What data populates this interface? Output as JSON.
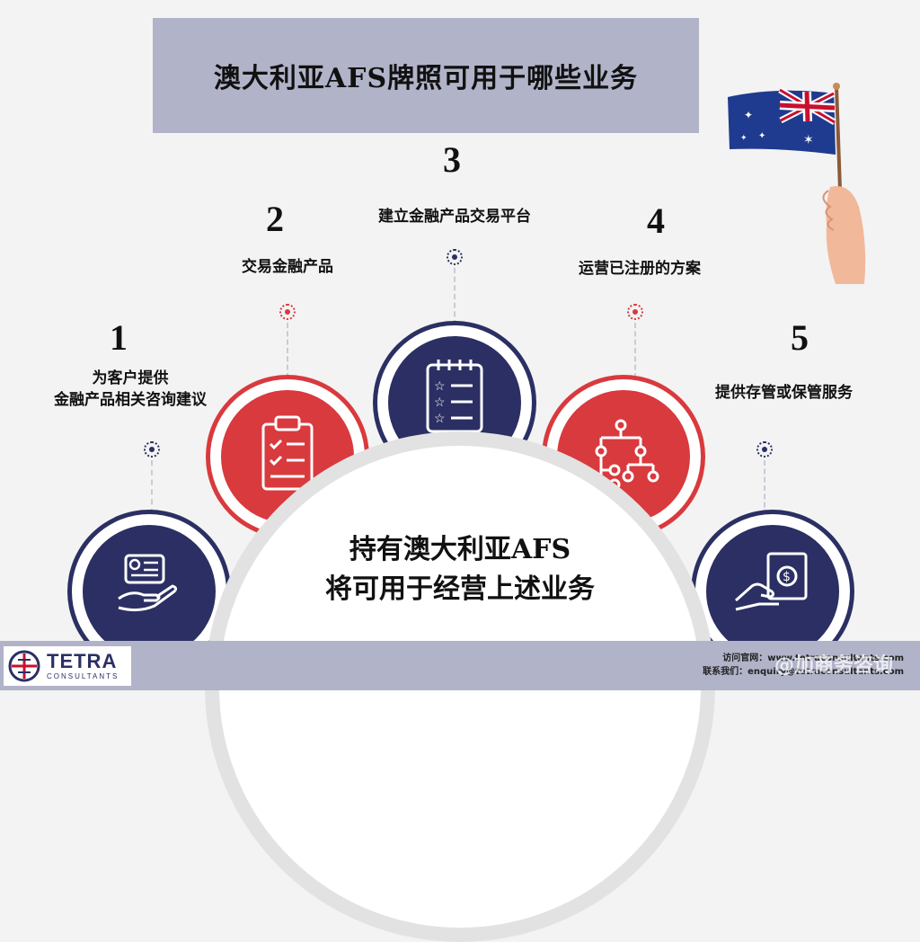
{
  "title": "澳大利亚AFS牌照可用于哪些业务",
  "colors": {
    "navy": "#2b2f63",
    "red": "#d83a3e",
    "banner": "#b1b3c9"
  },
  "items": [
    {
      "number": "1",
      "lines": [
        "为客户提供",
        "金融产品相关咨询建议"
      ],
      "icon": "advice-hand-icon"
    },
    {
      "number": "2",
      "lines": [
        "交易金融产品"
      ],
      "icon": "clipboard-checklist-icon"
    },
    {
      "number": "3",
      "lines": [
        "建立金融产品交易平台"
      ],
      "icon": "star-checklist-icon"
    },
    {
      "number": "4",
      "lines": [
        "运营已注册的方案"
      ],
      "icon": "org-chart-icon"
    },
    {
      "number": "5",
      "lines": [
        "提供存管或保管服务"
      ],
      "icon": "cash-hand-icon"
    }
  ],
  "center": {
    "line1": "持有澳大利亚AFS",
    "line2": "将可用于经营上述业务"
  },
  "footer": {
    "logo_name": "TETRA",
    "logo_sub": "CONSULTANTS",
    "line1": "访问官网：www.tetraconsultants.com",
    "line2": "联系我们：enquiry@tetraconsultants.com",
    "watermark": "@加商务咨询"
  }
}
